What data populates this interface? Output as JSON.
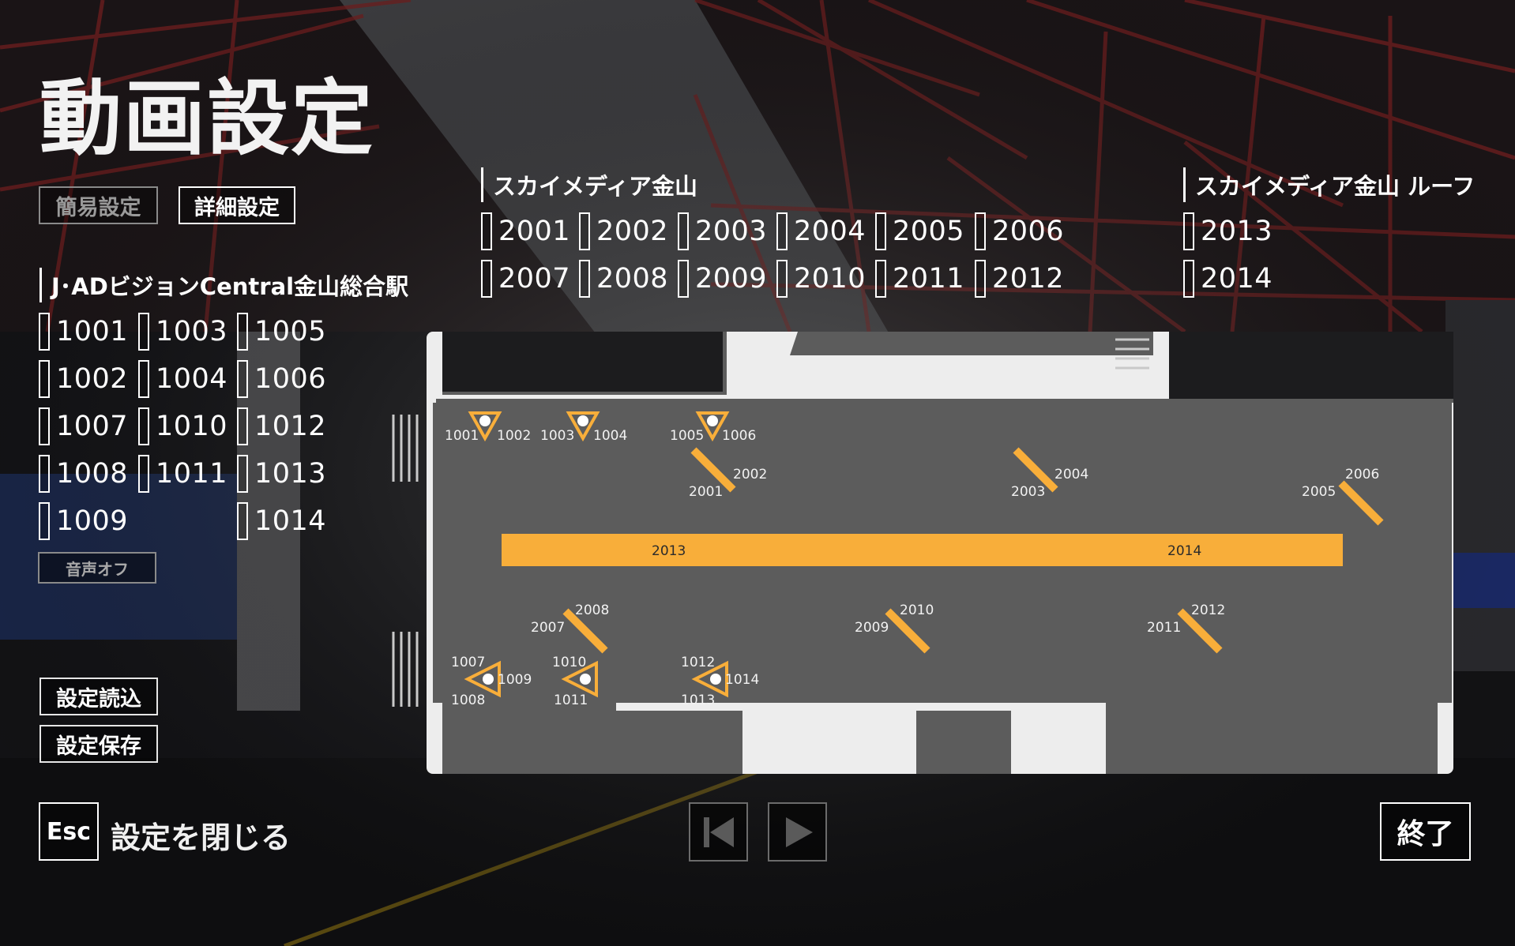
{
  "title": "動画設定",
  "tabs": {
    "simple": "簡易設定",
    "detail": "詳細設定"
  },
  "groups": {
    "jad": {
      "title": "J･ADビジョンCentral金山総合駅",
      "items": [
        {
          "id": "1001",
          "label": "1001"
        },
        {
          "id": "1003",
          "label": "1003"
        },
        {
          "id": "1005",
          "label": "1005"
        },
        {
          "id": "1002",
          "label": "1002"
        },
        {
          "id": "1004",
          "label": "1004"
        },
        {
          "id": "1006",
          "label": "1006"
        },
        {
          "id": "1007",
          "label": "1007"
        },
        {
          "id": "1010",
          "label": "1010"
        },
        {
          "id": "1012",
          "label": "1012"
        },
        {
          "id": "1008",
          "label": "1008"
        },
        {
          "id": "1011",
          "label": "1011"
        },
        {
          "id": "1013",
          "label": "1013"
        },
        {
          "id": "1009",
          "label": "1009"
        },
        {
          "id": "1014",
          "label": "1014"
        }
      ]
    },
    "sky": {
      "title": "スカイメディア金山",
      "items": [
        {
          "id": "2001",
          "label": "2001"
        },
        {
          "id": "2002",
          "label": "2002"
        },
        {
          "id": "2003",
          "label": "2003"
        },
        {
          "id": "2004",
          "label": "2004"
        },
        {
          "id": "2005",
          "label": "2005"
        },
        {
          "id": "2006",
          "label": "2006"
        },
        {
          "id": "2007",
          "label": "2007"
        },
        {
          "id": "2008",
          "label": "2008"
        },
        {
          "id": "2009",
          "label": "2009"
        },
        {
          "id": "2010",
          "label": "2010"
        },
        {
          "id": "2011",
          "label": "2011"
        },
        {
          "id": "2012",
          "label": "2012"
        }
      ]
    },
    "roof": {
      "title": "スカイメディア金山 ルーフ",
      "items": [
        {
          "id": "2013",
          "label": "2013"
        },
        {
          "id": "2014",
          "label": "2014"
        }
      ]
    }
  },
  "buttons": {
    "mute": "音声オフ",
    "load": "設定読込",
    "save": "設定保存",
    "esc_key": "Esc",
    "close": "設定を閉じる",
    "quit": "終了"
  },
  "map": {
    "wall_screens": [
      {
        "labels": [
          "1001",
          "1002"
        ]
      },
      {
        "labels": [
          "1003",
          "1004"
        ]
      },
      {
        "labels": [
          "1005",
          "1006"
        ]
      },
      {
        "labels": [
          "1007",
          "1008",
          "1009"
        ]
      },
      {
        "labels": [
          "1010",
          "1011"
        ]
      },
      {
        "labels": [
          "1012",
          "1013",
          "1014"
        ]
      }
    ],
    "panels": [
      {
        "labels": [
          "2001",
          "2002"
        ]
      },
      {
        "labels": [
          "2003",
          "2004"
        ]
      },
      {
        "labels": [
          "2005",
          "2006"
        ]
      },
      {
        "labels": [
          "2007",
          "2008"
        ]
      },
      {
        "labels": [
          "2009",
          "2010"
        ]
      },
      {
        "labels": [
          "2011",
          "2012"
        ]
      }
    ],
    "roof_labels": [
      "2013",
      "2014"
    ]
  },
  "colors": {
    "accent": "#f8ae3a",
    "floor": "#5c5c5c",
    "wall": "#efefef"
  }
}
